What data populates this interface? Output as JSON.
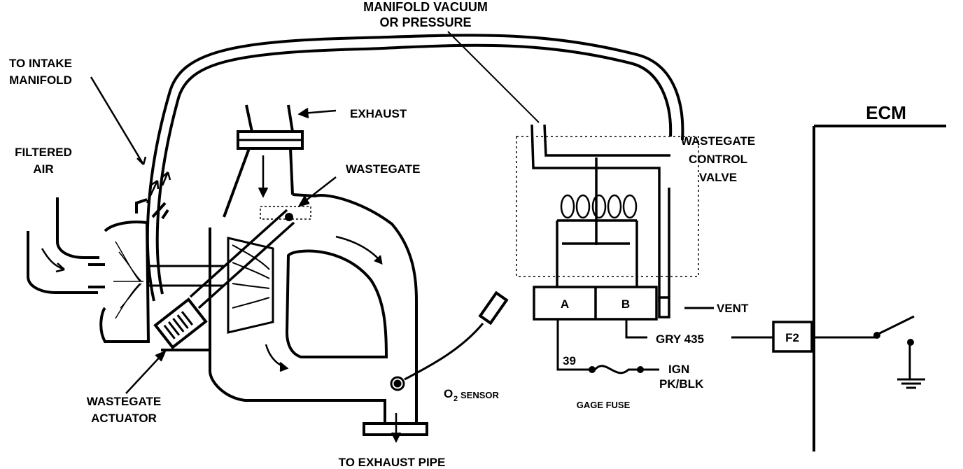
{
  "labels": {
    "manifold_vacuum_1": "MANIFOLD VACUUM",
    "manifold_vacuum_2": "OR PRESSURE",
    "to_intake_1": "TO INTAKE",
    "to_intake_2": "MANIFOLD",
    "filtered_air_1": "FILTERED",
    "filtered_air_2": "AIR",
    "exhaust": "EXHAUST",
    "wastegate": "WASTEGATE",
    "wgcv_1": "WASTEGATE",
    "wgcv_2": "CONTROL",
    "wgcv_3": "VALVE",
    "ecm": "ECM",
    "terminal_a": "A",
    "terminal_b": "B",
    "vent": "VENT",
    "gry435": "GRY 435",
    "f2": "F2",
    "circuit_39": "39",
    "ign": "IGN",
    "pk_blk": "PK/BLK",
    "gage_fuse": "GAGE FUSE",
    "o2_main": "O",
    "o2_sub": "2",
    "o2_sensor": "SENSOR",
    "wastegate_actuator_1": "WASTEGATE",
    "wastegate_actuator_2": "ACTUATOR",
    "to_exhaust_pipe": "TO EXHAUST PIPE"
  },
  "colors": {
    "ink": "#000000",
    "paper": "#ffffff"
  }
}
